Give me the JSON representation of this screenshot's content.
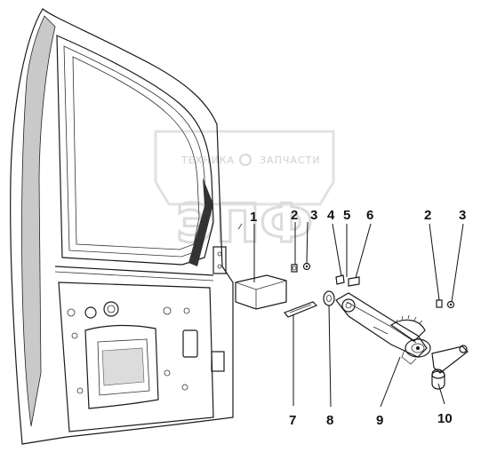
{
  "watermark": {
    "top_text_left": "ТЕХНИКА",
    "top_text_right": "ЗАПЧАСТИ",
    "logo_text": "ЭПФ"
  },
  "callouts": [
    "1",
    "2",
    "3",
    "4",
    "5",
    "6",
    "7",
    "8",
    "9",
    "10",
    "2",
    "3"
  ],
  "colors": {
    "line": "#1a1a1a",
    "watermark": "#cfcfcf",
    "door_fill": "#f4f4f4",
    "stipple": "#8a8a8a"
  }
}
